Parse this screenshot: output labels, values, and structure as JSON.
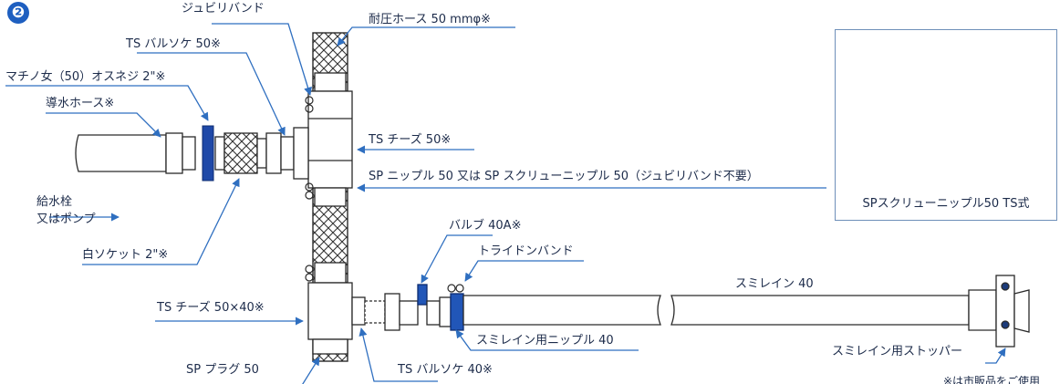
{
  "badge": "❷",
  "labels": {
    "jubiri_band": "ジュビリバンド",
    "pressure_hose": "耐圧ホース 50 mmφ※",
    "ts_valve_socket_50": "TS バルソケ 50※",
    "machino_female": "マチノ女（50）オスネジ 2\"※",
    "intake_hose": "導水ホース※",
    "ts_cheese_50": "TS チーズ 50※",
    "sp_nipple": "SP ニップル 50 又は SP スクリューニップル 50（ジュビリバンド不要）",
    "hydrant_line1": "給水栓",
    "hydrant_line2": "又はポンプ",
    "white_socket": "白ソケット 2\"※",
    "valve_40a": "バルブ 40A※",
    "tridon_band": "トライドンバンド",
    "sumirain_40": "スミレイン 40",
    "ts_cheese_50x40": "TS チーズ 50×40※",
    "sumirain_nipple": "スミレイン用ニップル 40",
    "sumirain_stopper": "スミレイン用ストッパー",
    "sp_plug": "SP プラグ 50",
    "ts_valve_socket_40": "TS バルソケ 40※",
    "footnote": "※は市販品をご使用"
  },
  "photo": {
    "caption": "SPスクリューニップル50  TS式",
    "icon": "screw-nipple-photo"
  },
  "colors": {
    "line": "#2f6fc0",
    "outline": "#2a2a2a",
    "hatch": "#3a3a3a",
    "part_blue": "#2156b8",
    "photo_blue": "#2a63d0"
  }
}
